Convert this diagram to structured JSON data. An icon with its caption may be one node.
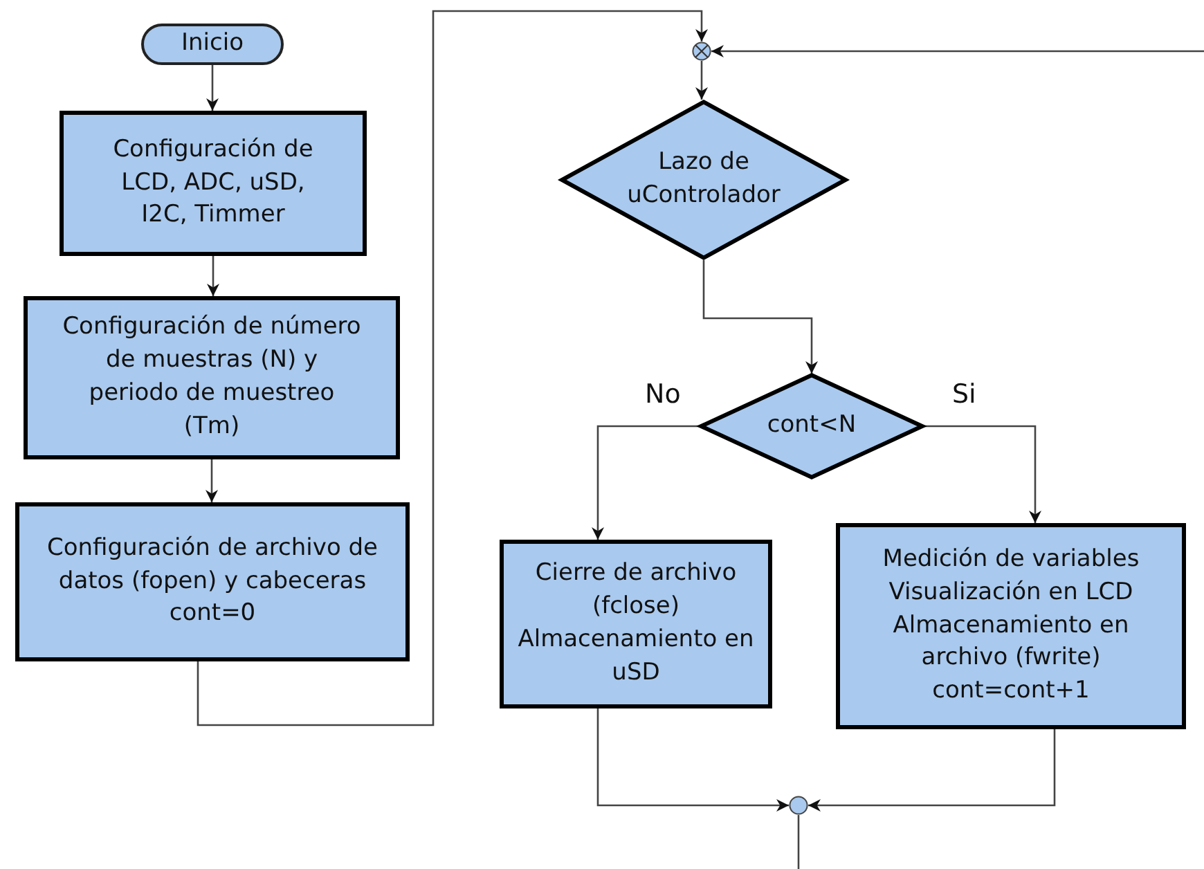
{
  "diagram": {
    "nodes": [
      {
        "text": [
          "Inicio"
        ]
      },
      {
        "text": [
          "Configuración de LCD, ADC, uSD, I2C, Timmer"
        ]
      },
      {
        "text": [
          "Configuración de número de muestras (N) y periodo de muestreo (Tm)"
        ]
      },
      {
        "text": [
          "Configuración de archivo de datos (fopen) y cabeceras cont=0"
        ]
      },
      {
        "text": [],
        "shape": "circle"
      },
      {
        "text": [
          "Lazo de uControlador"
        ]
      },
      {
        "text": [
          "cont<N"
        ]
      },
      {
        "text": [
          "Cierre de archivo (fclose) Almacenamiento en uSD"
        ]
      },
      {
        "text": [
          "Medición de variables Visualización en LCD Almacenamiento en archivo (fwrite) cont=cont+1"
        ]
      },
      {
        "text": [],
        "shape": "circle"
      }
    ],
    "edges": [
      {
        "from": 0,
        "to": 1,
        "arrow": "to"
      },
      {
        "from": 1,
        "to": 2,
        "arrow": "to"
      },
      {
        "from": 2,
        "to": 3,
        "arrow": "to"
      },
      {
        "from": 3,
        "to": 4,
        "arrow": "to"
      },
      {
        "from": null,
        "to": 4,
        "arrow": "to"
      },
      {
        "from": 4,
        "to": 5,
        "arrow": "to"
      },
      {
        "from": 5,
        "to": 6,
        "arrow": "to"
      },
      {
        "from": 6,
        "to": 7,
        "arrow": "to",
        "label": "No"
      },
      {
        "from": 6,
        "to": 8,
        "arrow": "to",
        "label": "Si"
      },
      {
        "from": 7,
        "to": 9,
        "arrow": "to"
      },
      {
        "from": 8,
        "to": 9,
        "arrow": "to"
      },
      {
        "from": 9,
        "to": null,
        "arrow": "none"
      }
    ]
  }
}
